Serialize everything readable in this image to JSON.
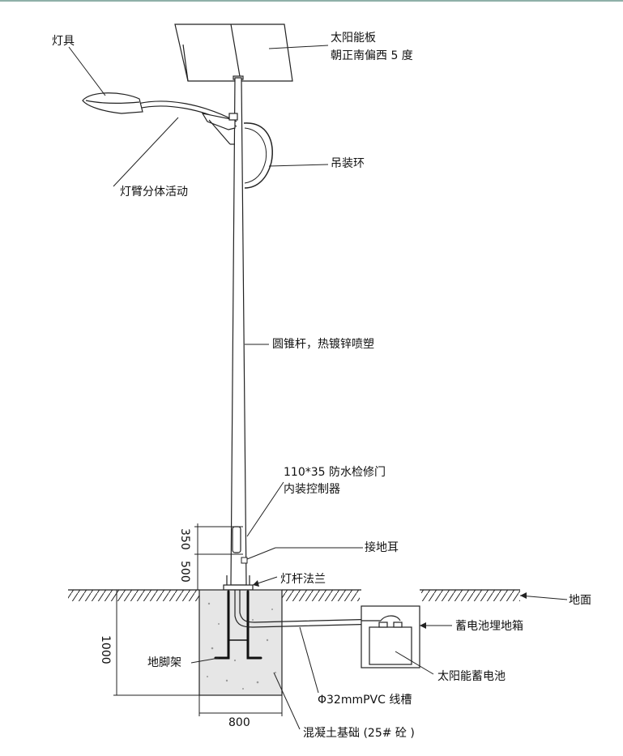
{
  "labels": {
    "lamp": "灯具",
    "solar_panel_line1": "太阳能板",
    "solar_panel_line2": "朝正南偏西 5 度",
    "lifting_ring": "吊装环",
    "arm": "灯臂分体活动",
    "pole": "圆锥杆，热镀锌喷塑",
    "door_line1": "110*35 防水检修门",
    "door_line2": "内装控制器",
    "grounding_lug": "接地耳",
    "flange": "灯杆法兰",
    "ground": "地面",
    "battery_box": "蓄电池埋地箱",
    "battery": "太阳能蓄电池",
    "anchor_frame": "地脚架",
    "conduit": "Φ32mmPVC 线槽",
    "foundation": "混凝土基础 (25# 砼 )"
  },
  "dimensions": {
    "door_height": "350",
    "door_offset": "500",
    "foundation_depth": "1000",
    "foundation_width": "800"
  }
}
